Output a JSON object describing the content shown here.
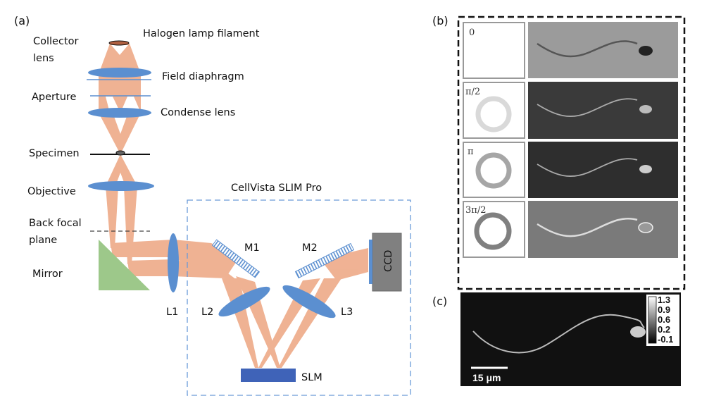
{
  "panel_a": {
    "label": "(a)",
    "parts": {
      "halogen": "Halogen lamp filament",
      "collector_1": "Collector",
      "collector_2": "lens",
      "field": "Field diaphragm",
      "aperture": "Aperture",
      "condense": "Condense lens",
      "specimen": "Specimen",
      "objective": "Objective",
      "bfp_1": "Back focal",
      "bfp_2": "plane",
      "mirror": "Mirror",
      "l1": "L1",
      "l2": "L2",
      "l3": "L3",
      "m1": "M1",
      "m2": "M2",
      "slm": "SLM",
      "ccd": "CCD"
    },
    "module_title": "CellVista SLIM Pro",
    "colors": {
      "beam": "#eeaa88",
      "lens": "#5b8fd0",
      "mirror_prism": "#9dc88a",
      "slm": "#3f63b8",
      "ccd": "#808080",
      "module_border": "#6a9ad8"
    }
  },
  "panel_b": {
    "label": "(b)",
    "phases": [
      "0",
      "π/2",
      "π",
      "3π/2"
    ],
    "ring_colors": [
      "",
      "#d9d9d9",
      "#a6a6a6",
      "#808080"
    ]
  },
  "panel_c": {
    "label": "(c)",
    "colorbar_ticks": [
      "1.3",
      "0.9",
      "0.6",
      "0.2",
      "-0.1"
    ],
    "scale_bar": "15 μm"
  }
}
